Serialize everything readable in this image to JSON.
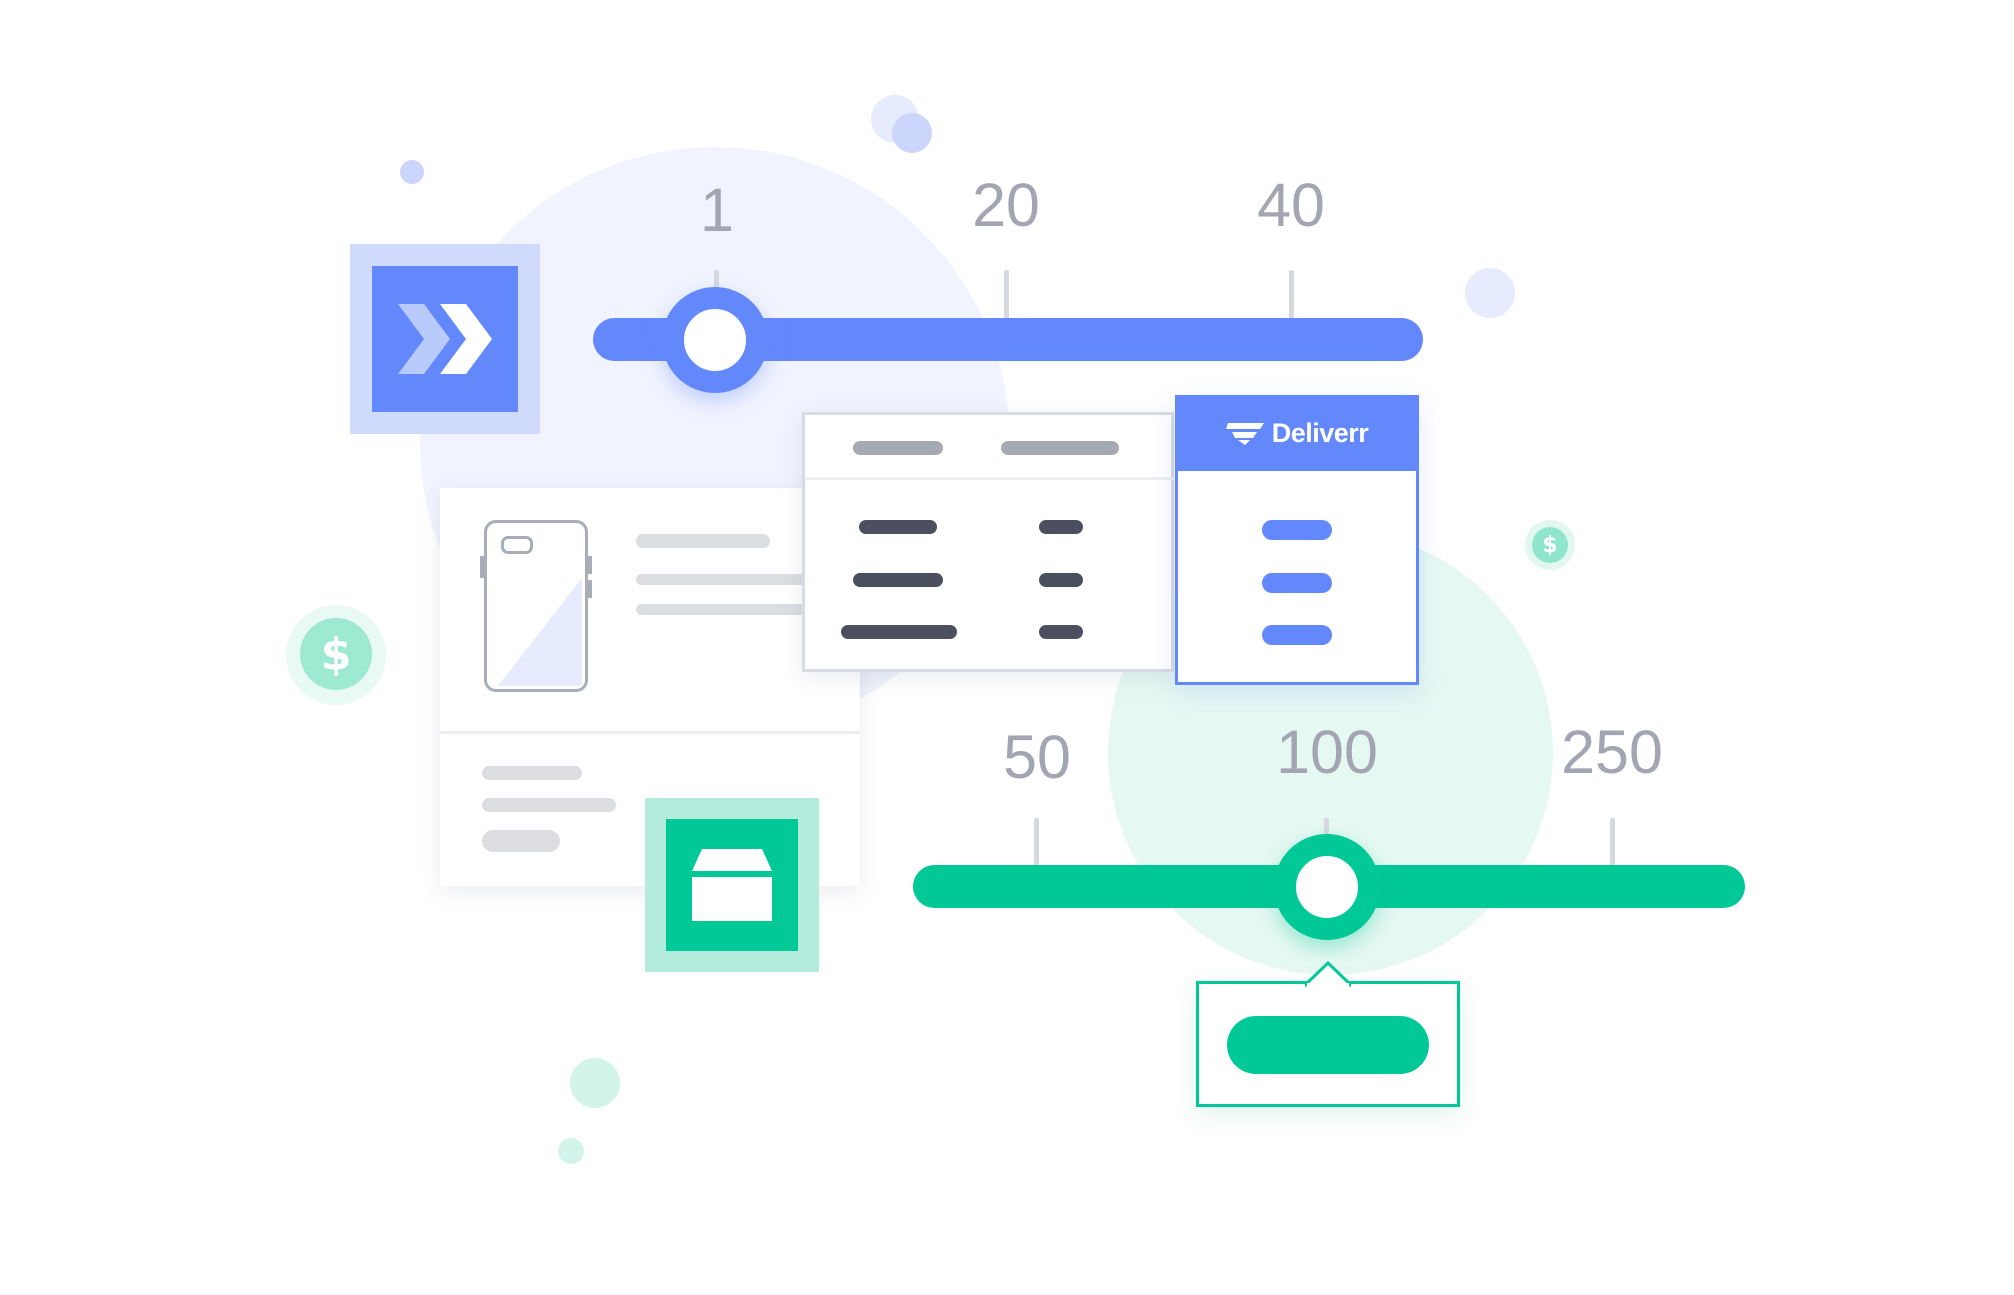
{
  "top_slider": {
    "ticks": [
      "1",
      "20",
      "40"
    ],
    "selected_value": "1",
    "color": "#6388fc"
  },
  "bottom_slider": {
    "ticks": [
      "50",
      "100",
      "250"
    ],
    "selected_value": "100",
    "color": "#00c896"
  },
  "comparison_table": {
    "brand": "Deliverr",
    "highlight_color": "#6388fc"
  },
  "icons": {
    "fast_forward": "double-chevron-icon",
    "box": "box-icon",
    "phone": "phone-icon",
    "dollar": "dollar-coin-icon"
  },
  "coins": {
    "large_symbol": "$",
    "small_symbol": "$"
  },
  "colors": {
    "primary_blue": "#6388fc",
    "light_blue": "#d0dafd",
    "primary_green": "#00c896",
    "light_green": "#b3ecdc",
    "dark_text": "#4a5060",
    "gray_text": "#a3a6b2"
  }
}
